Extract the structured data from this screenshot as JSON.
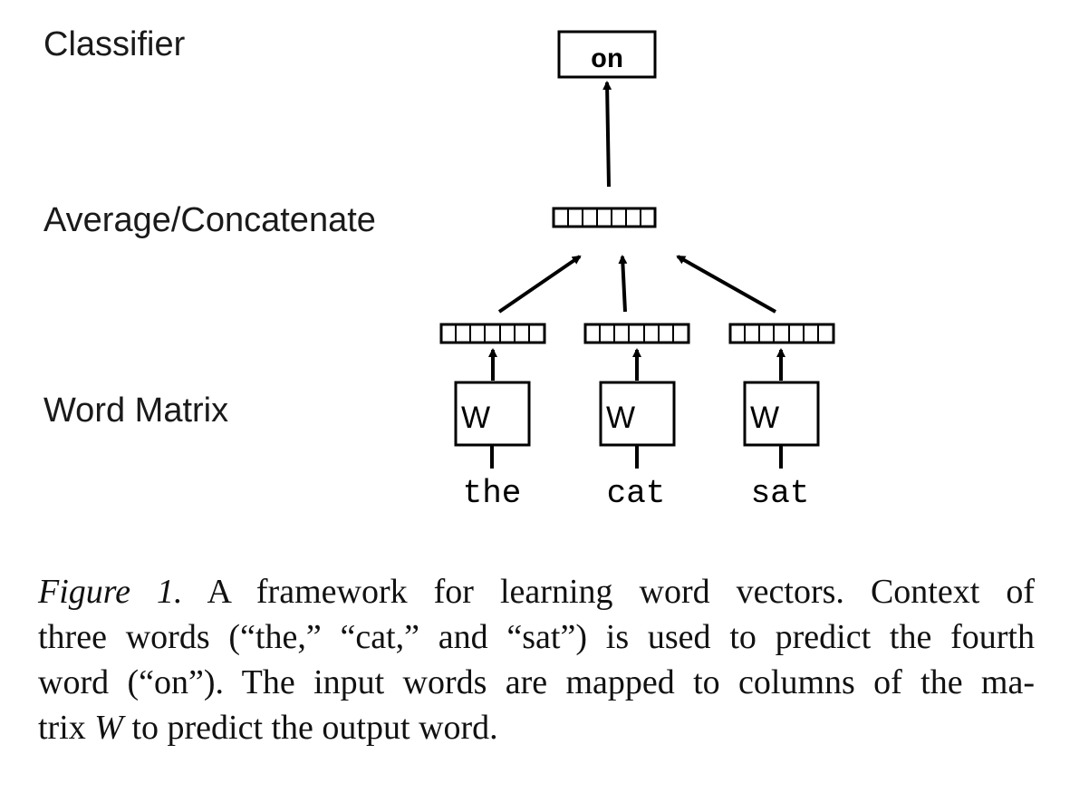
{
  "layers": {
    "classifier": "Classifier",
    "average": "Average/Concatenate",
    "word_matrix": "Word Matrix"
  },
  "output_word": "on",
  "matrix_label": "W",
  "input_words": [
    "the",
    "cat",
    "sat"
  ],
  "caption": {
    "figure_label": "Figure 1.",
    "line1_rest": " A framework for learning word vectors.  Context of",
    "line2": "three words (“the,” “cat,” and “sat”) is used to predict the fourth",
    "line3": "word (“on”). The input words are mapped to columns of the ma-",
    "line4_pre": "trix ",
    "line4_math": "W",
    "line4_post": " to predict the output word."
  }
}
